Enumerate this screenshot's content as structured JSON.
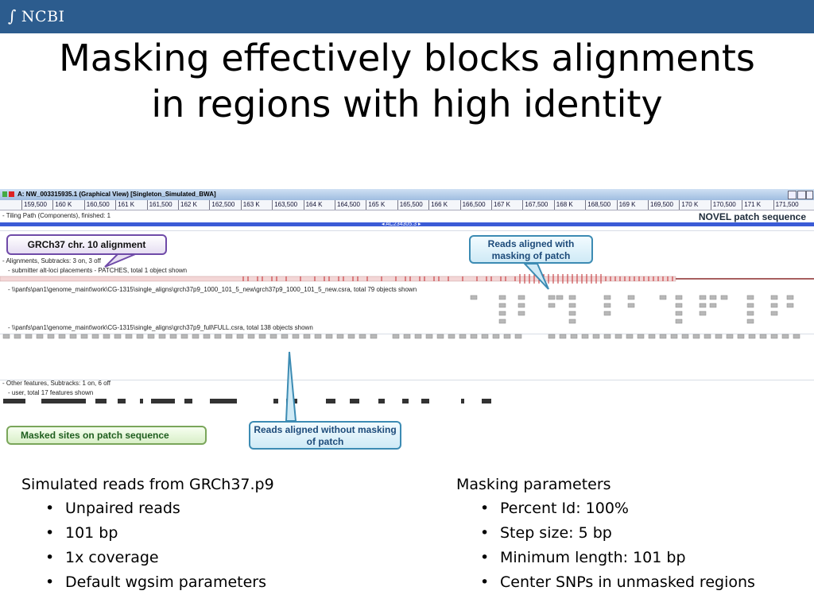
{
  "header": {
    "logo_text": "NCBI"
  },
  "slide": {
    "title_line1": "Masking effectively blocks alignments",
    "title_line2": "in regions with high identity"
  },
  "viewer": {
    "window_title": "A: NW_003315935.1 (Graphical View) [Singleton_Simulated_BWA]",
    "ruler_ticks": [
      "159,500",
      "160 K",
      "160,500",
      "161 K",
      "161,500",
      "162 K",
      "162,500",
      "163 K",
      "163,500",
      "164 K",
      "164,500",
      "165 K",
      "165,500",
      "166 K",
      "166,500",
      "167 K",
      "167,500",
      "168 K",
      "168,500",
      "169 K",
      "169,500",
      "170 K",
      "170,500",
      "171 K",
      "171,500"
    ],
    "tiling_label": "- Tiling Path (Components), finished: 1",
    "novel_label": "NOVEL patch sequence",
    "accession": "◂ AC234305.3 ▸",
    "alignments_label": "- Alignments, Subtracks: 3 on, 3 off",
    "patches_label": "- submitter alt-loci placements - PATCHES, total 1 object shown",
    "track1_label": "- \\\\panfs\\pan1\\genome_maint\\work\\CG-1315\\single_aligns\\grch37p9_1000_101_5_new\\grch37p9_1000_101_5_new.csra, total 79 objects shown",
    "track2_label": "- \\\\panfs\\pan1\\genome_maint\\work\\CG-1315\\single_aligns\\grch37p9_full\\FULL.csra, total 138 objects shown",
    "other_label": "- Other features, Subtracks: 1 on, 6 off",
    "user_label": "- user, total 17 features shown"
  },
  "callouts": {
    "grch37": "GRCh37 chr. 10 alignment",
    "with_masking": "Reads aligned with masking of patch",
    "without_masking": "Reads aligned without masking of patch",
    "masked_sites": "Masked sites on patch sequence"
  },
  "left_list": {
    "heading": "Simulated reads from GRCh37.p9",
    "items": [
      "Unpaired reads",
      "101 bp",
      "1x coverage",
      "Default wgsim parameters"
    ]
  },
  "right_list": {
    "heading": "Masking parameters",
    "items": [
      "Percent Id: 100%",
      "Step size: 5 bp",
      "Minimum length: 101 bp",
      "Center SNPs in unmasked regions"
    ]
  },
  "colors": {
    "header_bar": "#2c5c8e",
    "patch_bar": "#3b5bd6",
    "variant_red": "#c0282c",
    "callout_purple": "#6f4aa8",
    "callout_blue": "#3c8bb3",
    "callout_green": "#7aa65a"
  }
}
